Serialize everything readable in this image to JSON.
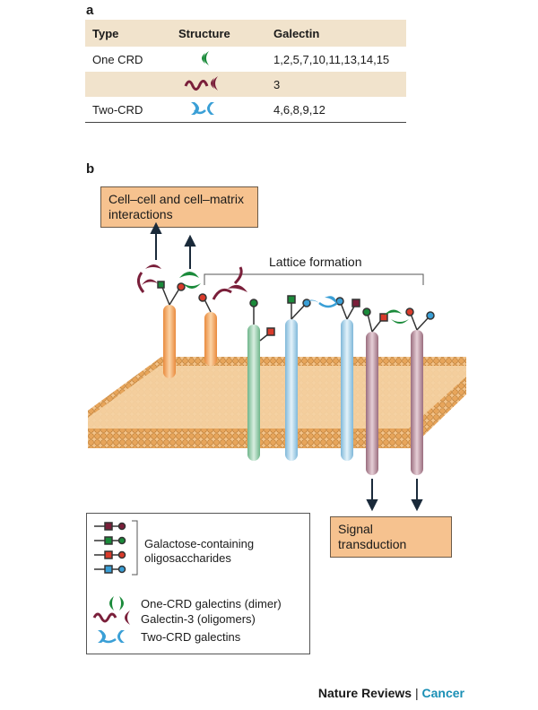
{
  "panel_a_label": "a",
  "panel_b_label": "b",
  "table": {
    "headers": [
      "Type",
      "Structure",
      "Galectin"
    ],
    "rows": [
      {
        "type": "One CRD",
        "galectins": "1,2,5,7,10,11,13,14,15",
        "icon": "one-crd-icon"
      },
      {
        "type": "",
        "galectins": "3",
        "icon": "galectin-3-icon"
      },
      {
        "type": "Two-CRD",
        "galectins": "4,6,8,9,12",
        "icon": "two-crd-icon"
      }
    ]
  },
  "diagram": {
    "interactions_label": "Cell–cell and cell–matrix interactions",
    "lattice_label": "Lattice formation",
    "signal_label": "Signal transduction"
  },
  "legend": {
    "oligo_label": "Galactose-containing oligosaccharides",
    "one_crd": "One-CRD galectins (dimer)",
    "gal3": "Galectin-3 (oligomers)",
    "two_crd": "Two-CRD galectins"
  },
  "footer": {
    "journal": "Nature Reviews",
    "separator": "|",
    "section": "Cancer"
  },
  "colors": {
    "one_crd": "#1a8a3a",
    "galectin3": "#7a1f3a",
    "two_crd": "#3a9fd6",
    "membrane": "#e8a85a",
    "box": "#f6c28f",
    "table_shade": "#f1e3cc"
  }
}
